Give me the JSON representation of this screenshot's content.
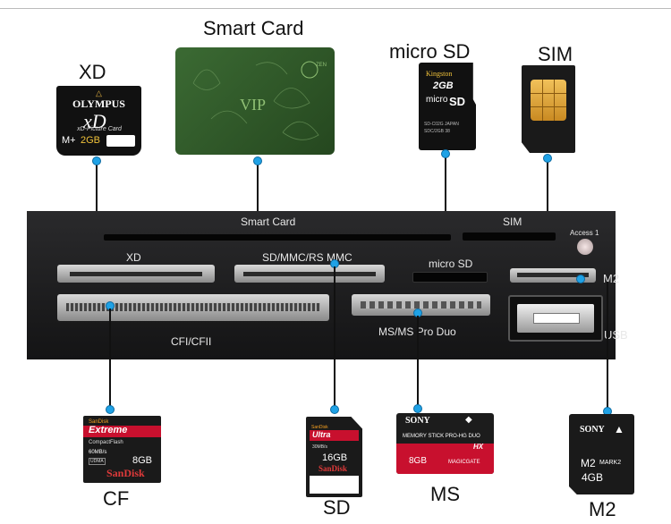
{
  "labels": {
    "xd": "XD",
    "smart_card": "Smart Card",
    "micro_sd": "micro SD",
    "sim": "SIM",
    "cf": "CF",
    "sd": "SD",
    "ms": "MS",
    "m2": "M2"
  },
  "panel": {
    "smart_card": "Smart Card",
    "sim": "SIM",
    "access": "Access 1",
    "xd": "XD",
    "sd_mmc": "SD/MMC/RS MMC",
    "micro_sd": "micro SD",
    "m2": "M2",
    "cf": "CFI/CFII",
    "ms": "MS/MS Pro Duo",
    "usb": "USB"
  },
  "cards": {
    "xd": {
      "brand": "OLYMPUS",
      "type": "xD-Picture Card",
      "model": "M+",
      "capacity": "2GB"
    },
    "smart_card": {
      "text": "VIP",
      "logo": "ZEN"
    },
    "micro_sd": {
      "brand": "Kingston",
      "capacity": "2GB",
      "line1": "micro",
      "line2": "SD",
      "code1": "SD-C02G JAPAN",
      "code2": "SDC/2GB 38"
    },
    "cf": {
      "brand_top": "SanDisk",
      "series": "Extreme",
      "type": "CompactFlash",
      "speed": "60MB/s",
      "udma": "UDMA",
      "capacity": "8GB",
      "brand": "SanDisk"
    },
    "sd": {
      "brand_top": "SanDisk",
      "series": "Ultra",
      "speed": "30MB/s",
      "capacity": "16GB",
      "brand": "SanDisk"
    },
    "ms": {
      "brand": "SONY",
      "type": "MEMORY STICK PRO-HG DUO",
      "hx": "HX",
      "capacity": "8GB",
      "magic": "MAGICGATE"
    },
    "m2": {
      "brand": "SONY",
      "model": "M2",
      "mark": "MARK2",
      "capacity": "4GB"
    }
  },
  "colors": {
    "pointer": "#1fa2e6",
    "panel": "#1b1b1d",
    "sim_chip": "#e2a83a",
    "smart_card": "#2f5a2b",
    "cf_red": "#c8102e",
    "ms_red": "#c8102e"
  }
}
